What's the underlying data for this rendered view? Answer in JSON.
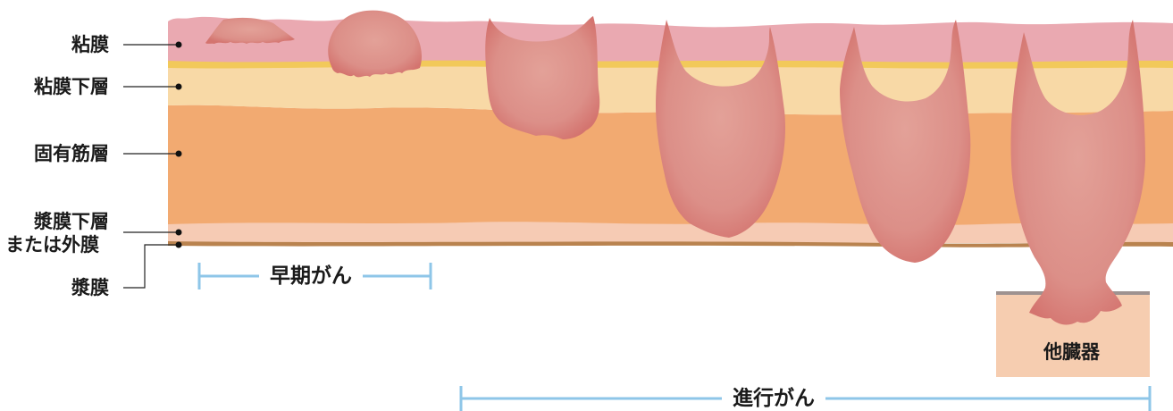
{
  "layers": {
    "mucosa": "粘膜",
    "submucosa": "粘膜下層",
    "muscularis_propria": "固有筋層",
    "subserosa_line1": "漿膜下層",
    "subserosa_line2": "または外膜",
    "serosa": "漿膜"
  },
  "stages": {
    "early": "早期がん",
    "advanced": "進行がん"
  },
  "other_organ": "他臓器",
  "colors": {
    "mucosa": "#eaa9b1",
    "mucosa_line": "#f2c95a",
    "submucosa": "#f8d9a6",
    "muscle": "#f2aa71",
    "subserosa": "#f6cbb4",
    "serosa": "#b9834f",
    "tumor": "#d97b78",
    "tumor_center": "#e09a93",
    "organ": "#f6cdb0",
    "bracket": "#8ec6e8"
  }
}
